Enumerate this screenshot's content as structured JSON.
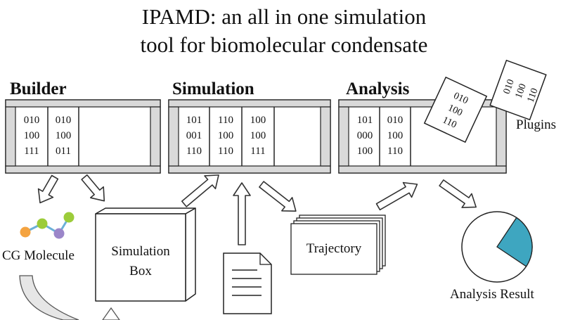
{
  "title": {
    "line1": "IPAMD: an all in one simulation",
    "line2": "tool for biomolecular condensate"
  },
  "sections": {
    "builder": "Builder",
    "simulation": "Simulation",
    "analysis": "Analysis"
  },
  "builder_cells": [
    [
      "010",
      "100",
      "111"
    ],
    [
      "010",
      "100",
      "011"
    ]
  ],
  "simulation_cells": [
    [
      "101",
      "001",
      "110"
    ],
    [
      "110",
      "100",
      "110"
    ],
    [
      "100",
      "100",
      "111"
    ]
  ],
  "analysis_cells": [
    [
      "101",
      "000",
      "100"
    ],
    [
      "010",
      "100",
      "110"
    ]
  ],
  "plugin_cards": [
    [
      "010",
      "100",
      "110"
    ],
    [
      "010",
      "100",
      "110"
    ]
  ],
  "labels": {
    "plugins": "Plugins",
    "cg_molecule": "CG Molecule",
    "simulation_box_line1": "Simulation",
    "simulation_box_line2": "Box",
    "trajectory": "Trajectory",
    "analysis_result": "Analysis Result"
  },
  "colors": {
    "frame_gray": "#d9d9d9",
    "pie_fill": "#3ea6c0",
    "bead_orange": "#f4a340",
    "bead_green": "#9ccc3a",
    "bead_purple": "#9b86c9",
    "bead_line": "#6bb0d8"
  },
  "pie": {
    "highlight_fraction": 0.25
  }
}
